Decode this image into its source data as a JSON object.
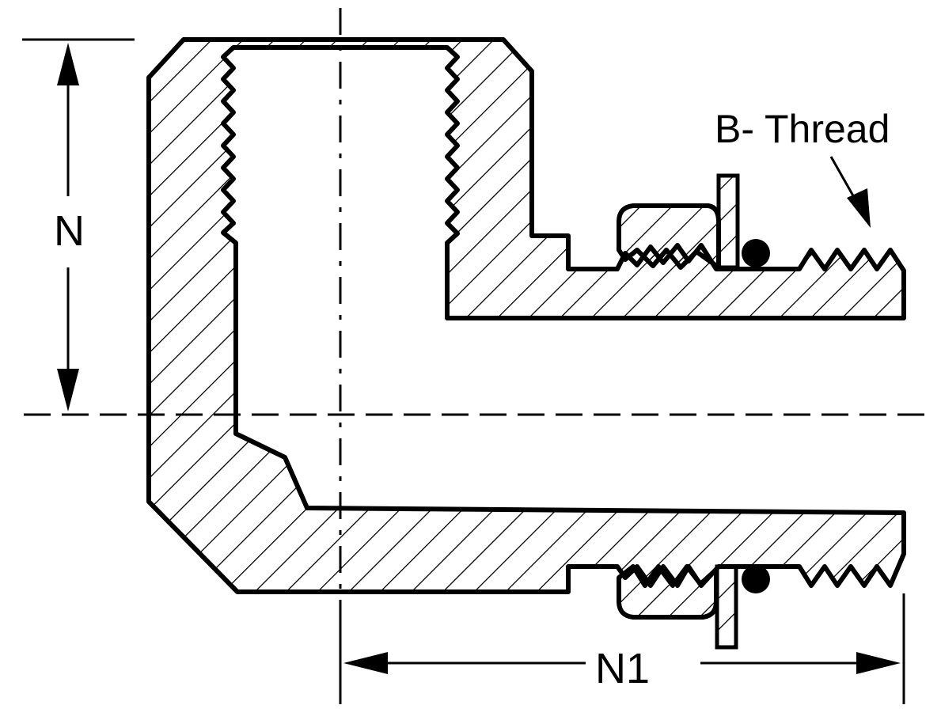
{
  "labels": {
    "dimension_vertical": "N",
    "dimension_horizontal": "N1",
    "callout": "B- Thread"
  },
  "colors": {
    "ink": "#000000",
    "paper": "#ffffff"
  }
}
